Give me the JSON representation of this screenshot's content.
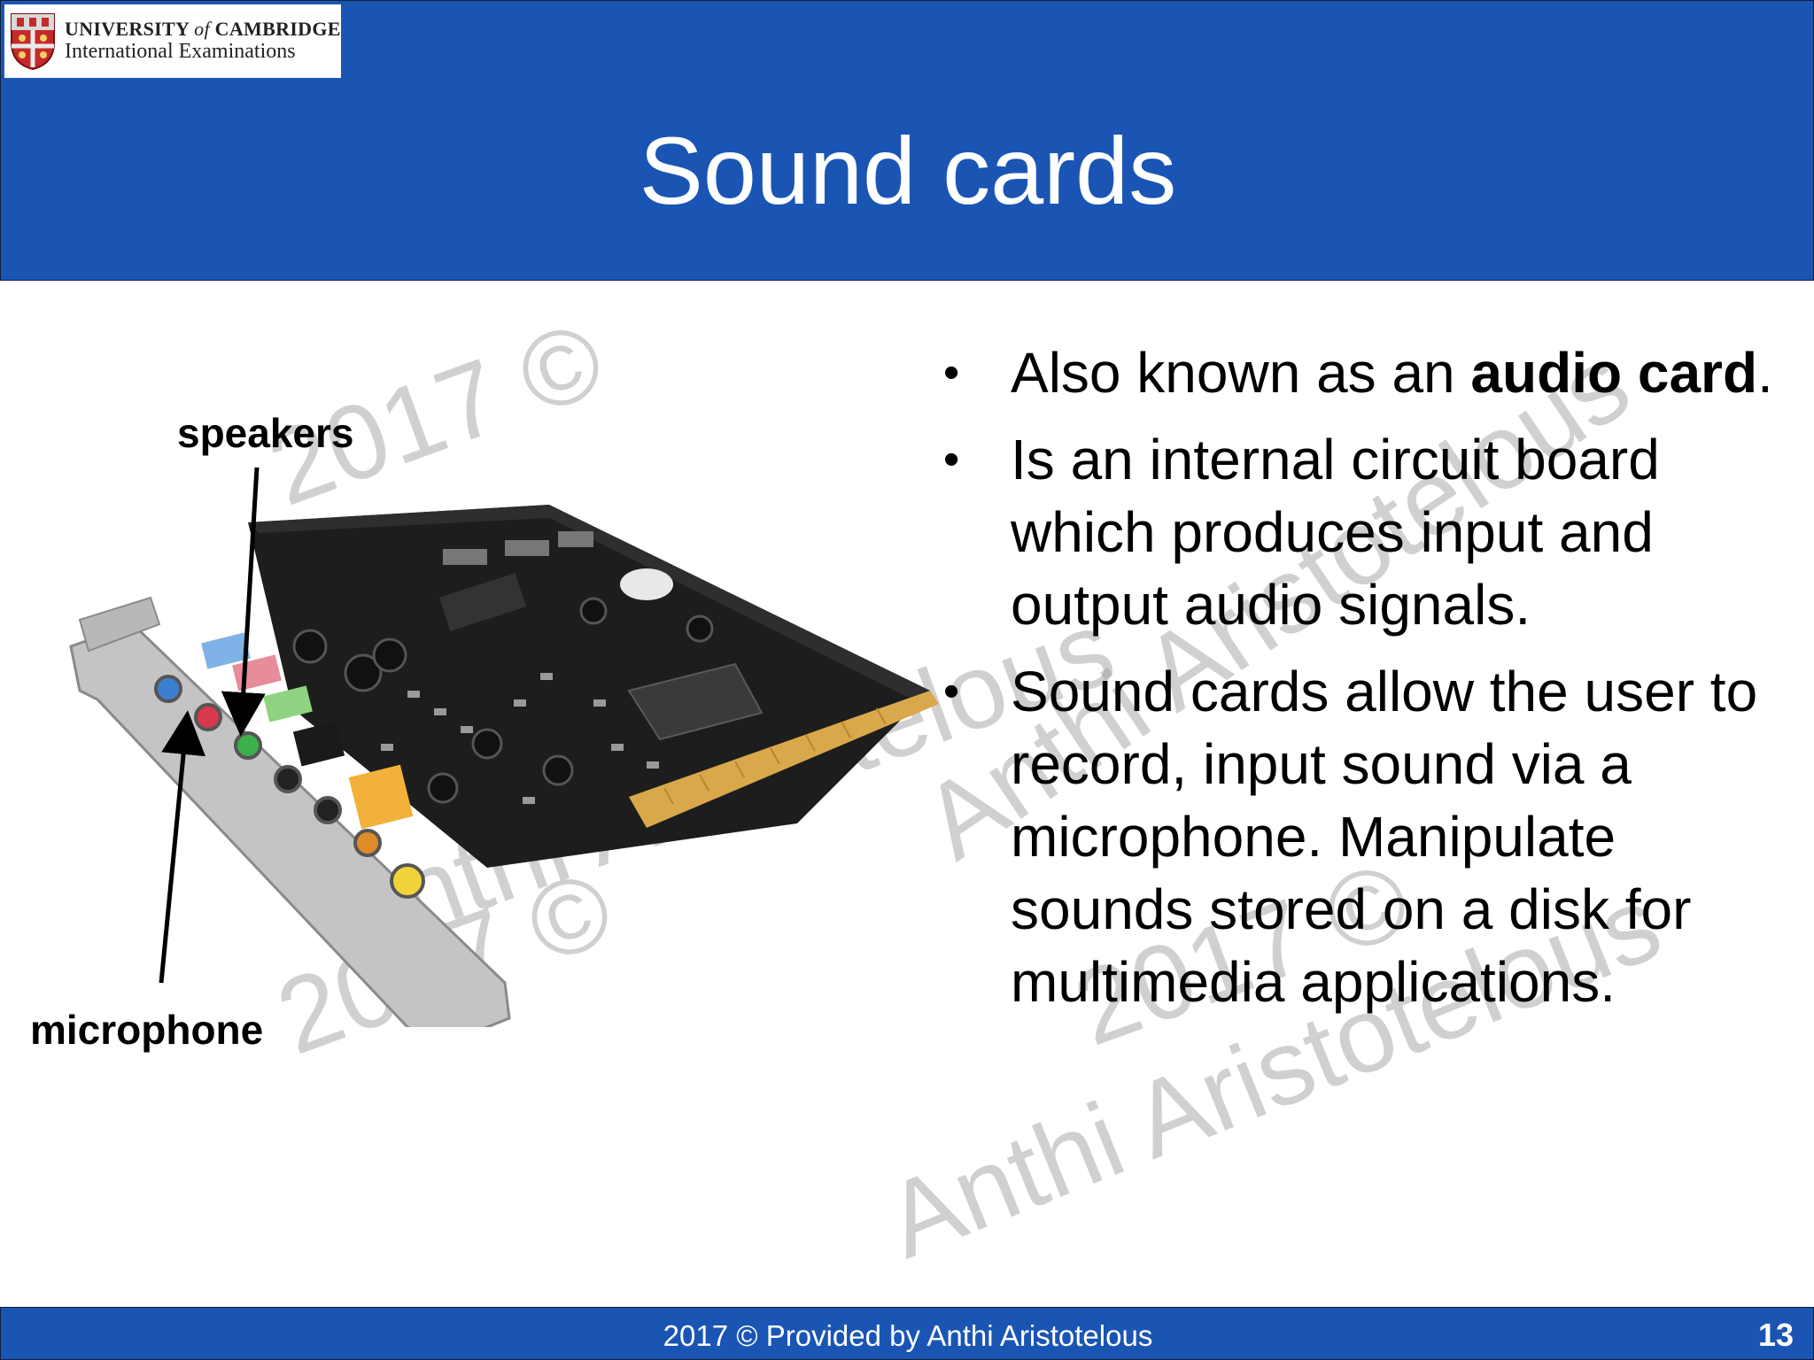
{
  "header": {
    "logo": {
      "line1_a": "UNIVERSITY",
      "line1_of": "of",
      "line1_b": "CAMBRIDGE",
      "line2": "International Examinations"
    },
    "title": "Sound cards"
  },
  "watermarks": [
    "2017 ©",
    "Anthi Aristotelous",
    "2017 ©",
    "Anthi Aristotelous",
    "2017 ©",
    "Anthi Aristotelous"
  ],
  "image": {
    "label_speakers": "speakers",
    "label_microphone": "microphone"
  },
  "bullets": [
    {
      "before": "Also known as an ",
      "bold": "audio card",
      "after": "."
    },
    {
      "before": "Is an internal circuit board which produces input and output audio signals.",
      "bold": "",
      "after": ""
    },
    {
      "before": "Sound cards allow the user to record, input sound via a microphone. Manipulate sounds stored on a disk for multimedia applications.",
      "bold": "",
      "after": ""
    }
  ],
  "footer": {
    "text": "2017 © Provided by Anthi Aristotelous",
    "page_number": "13"
  },
  "colors": {
    "header_blue": "#1a55b4",
    "text": "#000000",
    "watermark": "#969696"
  }
}
